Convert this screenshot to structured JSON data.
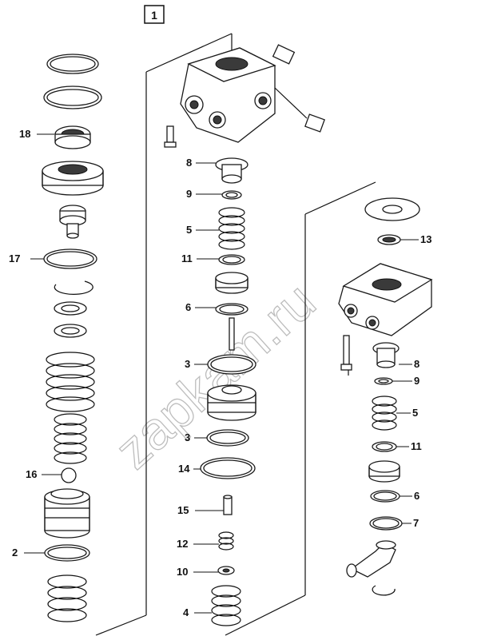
{
  "diagram_number": "1",
  "watermark": "zapkam.ru",
  "callouts": {
    "left": [
      "18",
      "17",
      "16",
      "2"
    ],
    "center": [
      "8",
      "9",
      "5",
      "11",
      "6",
      "3",
      "3",
      "14",
      "15",
      "12",
      "10",
      "4"
    ],
    "right": [
      "13",
      "8",
      "9",
      "5",
      "11",
      "6",
      "7"
    ]
  }
}
